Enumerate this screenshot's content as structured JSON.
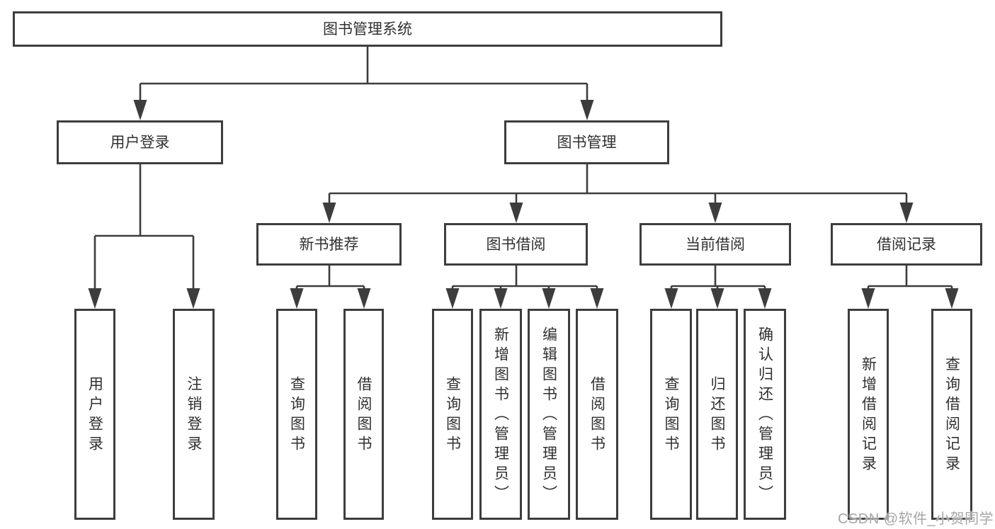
{
  "diagram": {
    "type": "hierarchy",
    "root": {
      "label": "图书管理系统",
      "children": [
        {
          "label": "用户登录",
          "children": [
            {
              "label": "用户登录"
            },
            {
              "label": "注销登录"
            }
          ]
        },
        {
          "label": "图书管理",
          "children": [
            {
              "label": "新书推荐",
              "children": [
                {
                  "label": "查询图书"
                },
                {
                  "label": "借阅图书"
                }
              ]
            },
            {
              "label": "图书借阅",
              "children": [
                {
                  "label": "查询图书"
                },
                {
                  "label": "新增图书（管理员）"
                },
                {
                  "label": "编辑图书（管理员）"
                },
                {
                  "label": "借阅图书"
                }
              ]
            },
            {
              "label": "当前借阅",
              "children": [
                {
                  "label": "查询图书"
                },
                {
                  "label": "归还图书"
                },
                {
                  "label": "确认归还（管理员）"
                }
              ]
            },
            {
              "label": "借阅记录",
              "children": [
                {
                  "label": "新增借阅记录"
                },
                {
                  "label": "查询借阅记录"
                }
              ]
            }
          ]
        }
      ]
    }
  },
  "watermark": {
    "text": "CSDN @软件_小贺同学"
  },
  "colors": {
    "line": "#3d3d3d",
    "text": "#303030",
    "box_fill": "#ffffff",
    "watermark": "#a6a6a6",
    "background": "#ffffff"
  }
}
